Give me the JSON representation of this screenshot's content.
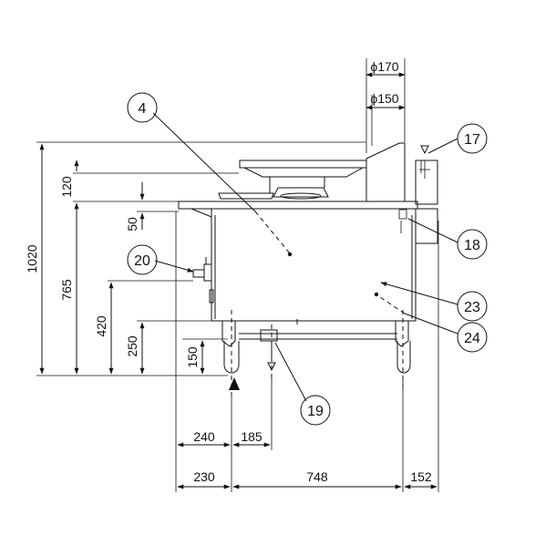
{
  "dimensions": {
    "top_phi_outer": "ϕ170",
    "top_phi_inner": "ϕ150",
    "h_total": "1020",
    "h_765": "765",
    "h_120": "120",
    "h_50": "50",
    "h_420": "420",
    "h_250": "250",
    "h_150": "150",
    "w_240": "240",
    "w_185": "185",
    "w_230": "230",
    "w_748": "748",
    "w_152": "152"
  },
  "callouts": {
    "c4": "4",
    "c17": "17",
    "c18": "18",
    "c19": "19",
    "c20": "20",
    "c23": "23",
    "c24": "24"
  }
}
